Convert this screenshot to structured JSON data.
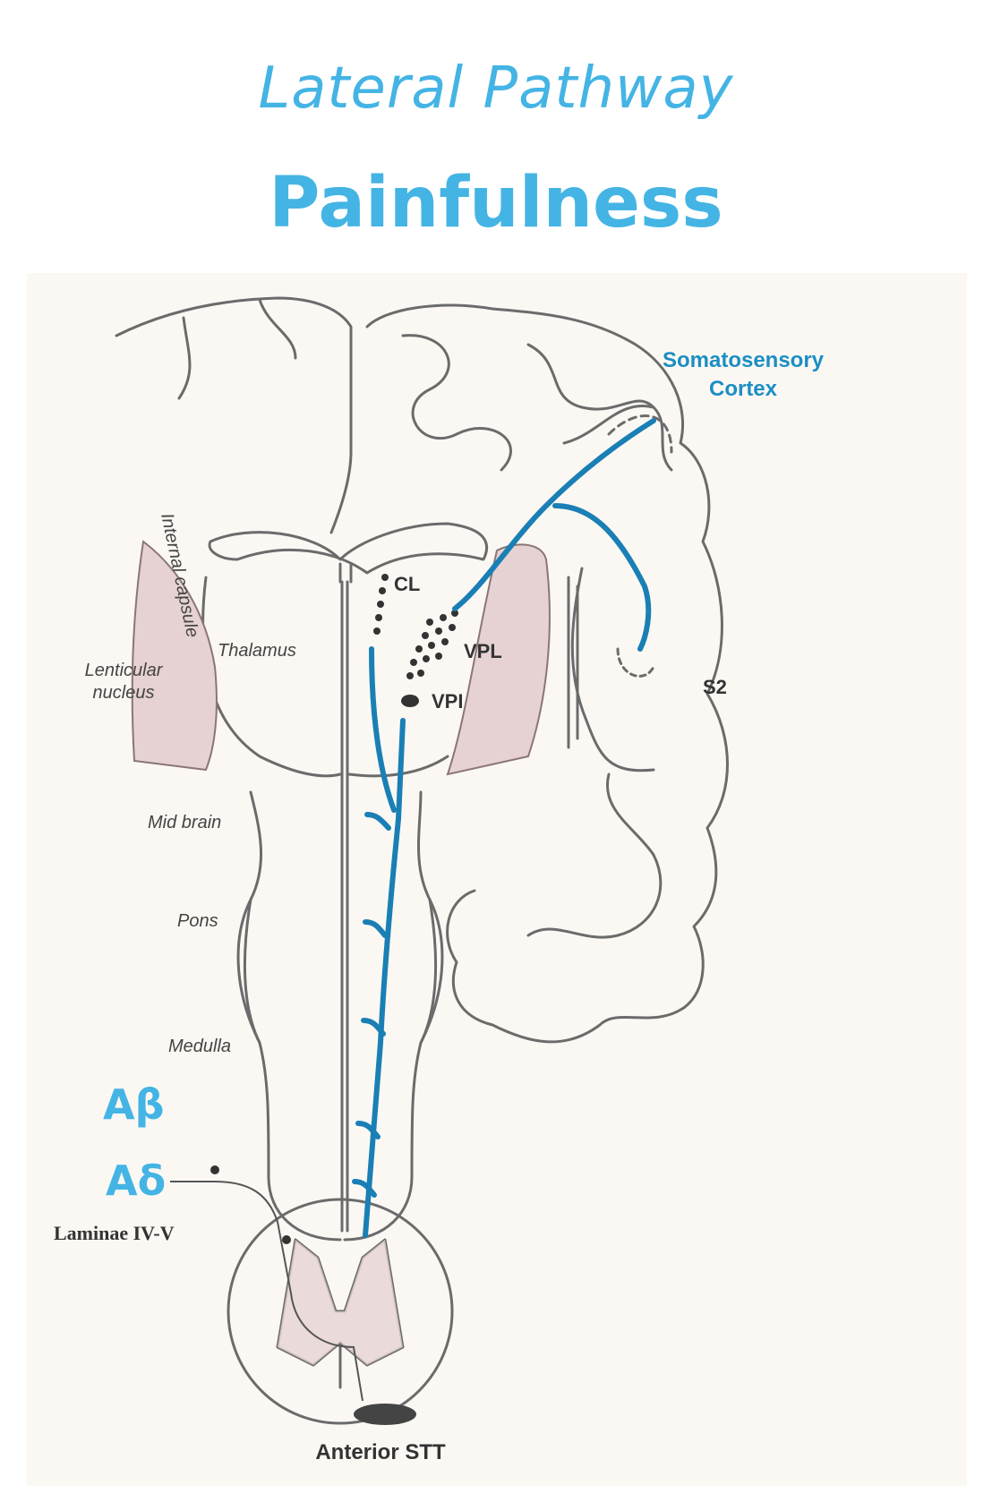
{
  "header": {
    "subtitle": "Lateral Pathway",
    "title": "Painfulness"
  },
  "diagram": {
    "cortex_label": [
      "Somatosensory",
      "Cortex"
    ],
    "nuclei": {
      "cl": "CL",
      "vpl": "VPL",
      "vpi": "VPI",
      "s2": "S2"
    },
    "structures": {
      "internal_capsule": "Internal capsule",
      "thalamus": "Thalamus",
      "lenticular": [
        "Lenticular",
        "nucleus"
      ],
      "midbrain": "Mid brain",
      "pons": "Pons",
      "medulla": "Medulla",
      "laminae": "Laminae IV-V",
      "anterior_stt": "Anterior STT"
    },
    "fibers": {
      "a_beta": "Aβ",
      "a_delta": "Aδ"
    },
    "colors": {
      "pathway": "#1a7fb5",
      "label_blue": "#44b4e4",
      "nucleus_fill": "#e6d2d2"
    }
  }
}
